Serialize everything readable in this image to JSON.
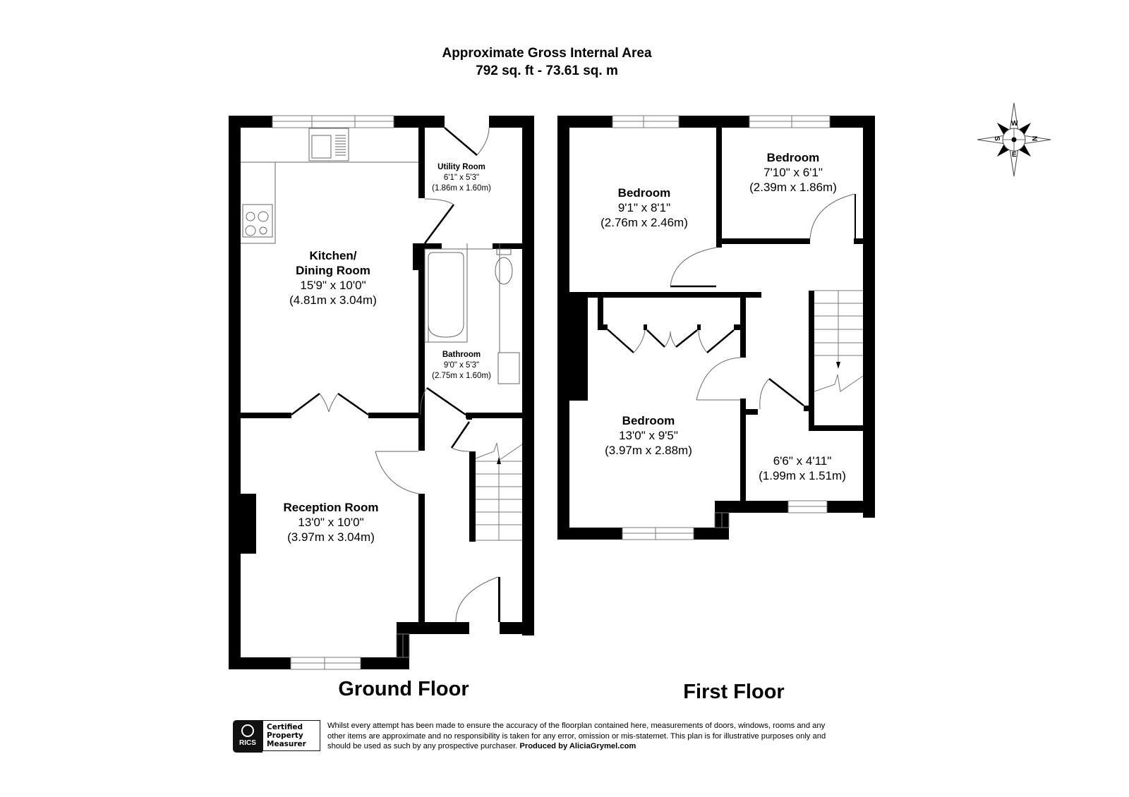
{
  "header": {
    "title_line1": "Approximate Gross Internal Area",
    "title_line2": "792 sq. ft - 73.61 sq. m"
  },
  "compass": {
    "labels": {
      "top": "W",
      "right": "N",
      "bottom": "E",
      "left": "S"
    }
  },
  "ground_floor": {
    "title": "Ground Floor",
    "rooms": [
      {
        "name": "Kitchen/",
        "name2": "Dining Room",
        "imperial": "15'9\" x 10'0\"",
        "metric": "(4.81m x 3.04m)"
      },
      {
        "name": "Utility Room",
        "imperial": "6'1\" x 5'3\"",
        "metric": "(1.86m x 1.60m)"
      },
      {
        "name": "Bathroom",
        "imperial": "9'0\" x 5'3\"",
        "metric": "(2.75m x 1.60m)"
      },
      {
        "name": "Reception Room",
        "imperial": "13'0\" x 10'0\"",
        "metric": "(3.97m x 3.04m)"
      }
    ]
  },
  "first_floor": {
    "title": "First Floor",
    "rooms": [
      {
        "name": "Bedroom",
        "imperial": "9'1\" x 8'1\"",
        "metric": "(2.76m x 2.46m)"
      },
      {
        "name": "Bedroom",
        "imperial": "7'10\" x 6'1\"",
        "metric": "(2.39m x 1.86m)"
      },
      {
        "name": "Bedroom",
        "imperial": "13'0\" x 9'5\"",
        "metric": "(3.97m x 2.88m)"
      },
      {
        "name": "",
        "imperial": "6'6\" x 4'11\"",
        "metric": "(1.99m x 1.51m)"
      }
    ]
  },
  "footer": {
    "badge_brand": "RICS",
    "badge_line1": "Certified",
    "badge_line2": "Property",
    "badge_line3": "Measurer",
    "disclaimer": "Whilst every attempt has been made to ensure the accuracy of the floorplan contained here, measurements of doors, windows, rooms and any other items are approximate and no responsibility is taken for any error, omission or mis-statemet. This plan is for illustrative purposes only and should be used as such by any prospective purchaser.",
    "producer": "Produced by AliciaGrymel.com"
  },
  "colors": {
    "wall": "#000000",
    "fixture_line": "#555555",
    "background": "#ffffff"
  }
}
